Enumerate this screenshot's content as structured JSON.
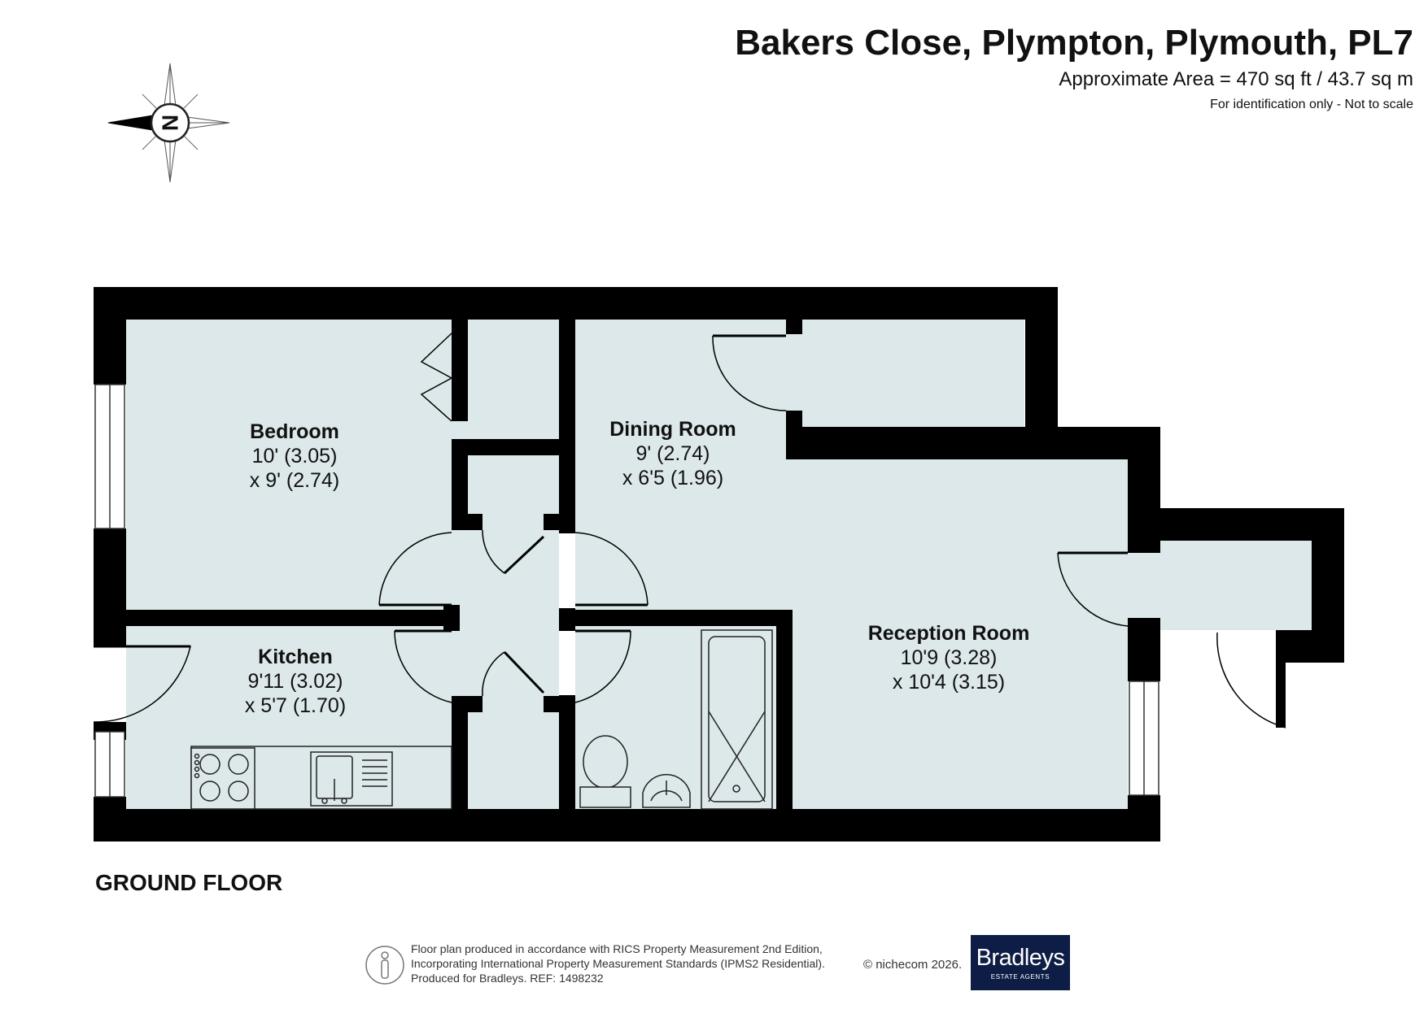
{
  "header": {
    "title": "Bakers Close, Plympton, Plymouth, PL7",
    "area": "Approximate Area = 470 sq ft / 43.7 sq m",
    "disclaimer": "For identification only - Not to scale"
  },
  "compass": {
    "label": "N",
    "icon": "compass-rose-icon"
  },
  "rooms": {
    "bedroom": {
      "name": "Bedroom",
      "dim1": "10' (3.05)",
      "dim2": "x 9' (2.74)"
    },
    "dining": {
      "name": "Dining Room",
      "dim1": "9' (2.74)",
      "dim2": "x 6'5 (1.96)"
    },
    "kitchen": {
      "name": "Kitchen",
      "dim1": "9'11 (3.02)",
      "dim2": "x 5'7 (1.70)"
    },
    "reception": {
      "name": "Reception Room",
      "dim1": "10'9 (3.28)",
      "dim2": "x 10'4 (3.15)"
    }
  },
  "floor_label": "GROUND FLOOR",
  "footer": {
    "line1": "Floor plan produced in accordance with RICS Property Measurement 2nd Edition,",
    "line2": "Incorporating International Property Measurement Standards (IPMS2 Residential).",
    "line3": "Produced for Bradleys.   REF: 1498232",
    "copyright": "© nichecom 2026.",
    "agent_name": "Bradleys",
    "agent_sub": "ESTATE AGENTS"
  },
  "colors": {
    "wall": "#000000",
    "floor": "#dde8ea",
    "agent_bg": "#0d1d45"
  }
}
